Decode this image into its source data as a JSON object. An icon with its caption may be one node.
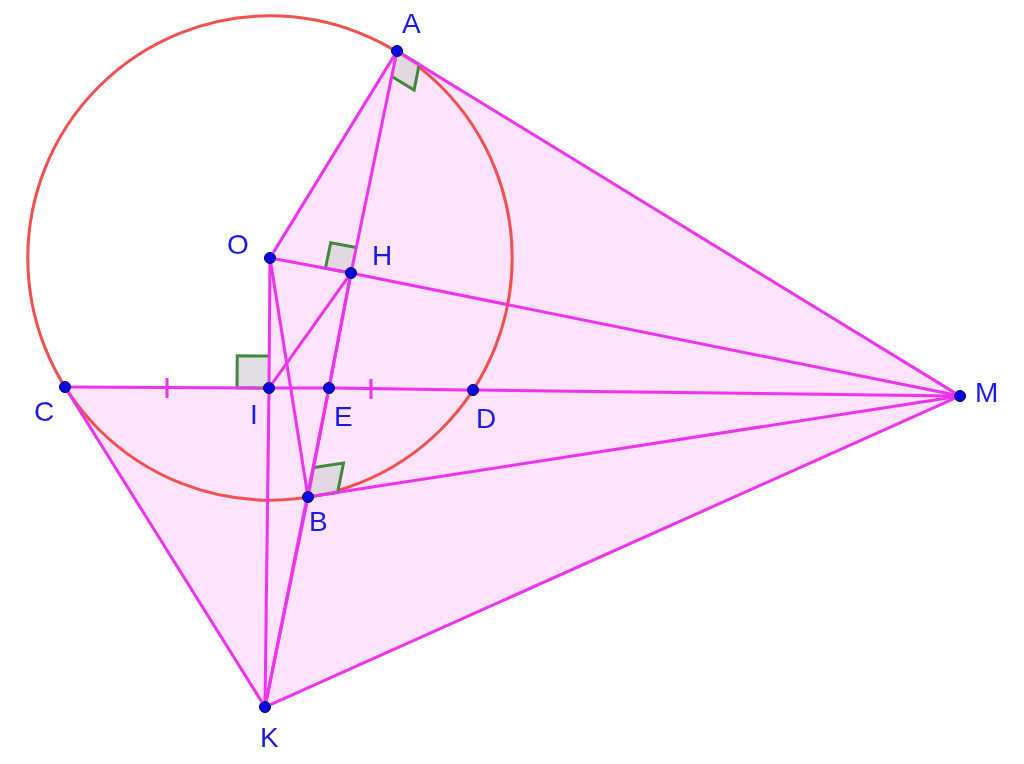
{
  "diagram": {
    "nodes": [
      {
        "text": [
          "A"
        ]
      },
      {
        "text": [
          "O"
        ]
      },
      {
        "text": [
          "H"
        ]
      },
      {
        "text": [
          "C"
        ]
      },
      {
        "text": [
          "I"
        ]
      },
      {
        "text": [
          "E"
        ]
      },
      {
        "text": [
          "D"
        ]
      },
      {
        "text": [
          "M"
        ]
      },
      {
        "text": [
          "B"
        ]
      },
      {
        "text": [
          "K"
        ]
      }
    ],
    "edges": [
      {
        "from": 1,
        "to": 0,
        "arrow": "none"
      },
      {
        "from": 0,
        "to": 7,
        "arrow": "none"
      },
      {
        "from": 0,
        "to": 2,
        "arrow": "none"
      },
      {
        "from": 2,
        "to": 8,
        "arrow": "none"
      },
      {
        "from": 1,
        "to": 2,
        "arrow": "none"
      },
      {
        "from": 2,
        "to": 7,
        "arrow": "none"
      },
      {
        "from": 3,
        "to": 4,
        "arrow": "none"
      },
      {
        "from": 4,
        "to": 5,
        "arrow": "none"
      },
      {
        "from": 5,
        "to": 6,
        "arrow": "none"
      },
      {
        "from": 6,
        "to": 7,
        "arrow": "none"
      },
      {
        "from": 8,
        "to": 7,
        "arrow": "none"
      },
      {
        "from": 3,
        "to": 9,
        "arrow": "none"
      },
      {
        "from": 9,
        "to": 7,
        "arrow": "none"
      },
      {
        "from": 1,
        "to": 4,
        "arrow": "none"
      },
      {
        "from": 4,
        "to": 9,
        "arrow": "none"
      },
      {
        "from": 1,
        "to": 8,
        "arrow": "none"
      },
      {
        "from": 9,
        "to": 5,
        "arrow": "none"
      },
      {
        "from": 5,
        "to": 2,
        "arrow": "none"
      },
      {
        "from": 4,
        "to": 2,
        "arrow": "none"
      },
      {
        "from": 9,
        "to": 8,
        "arrow": "none"
      }
    ]
  }
}
